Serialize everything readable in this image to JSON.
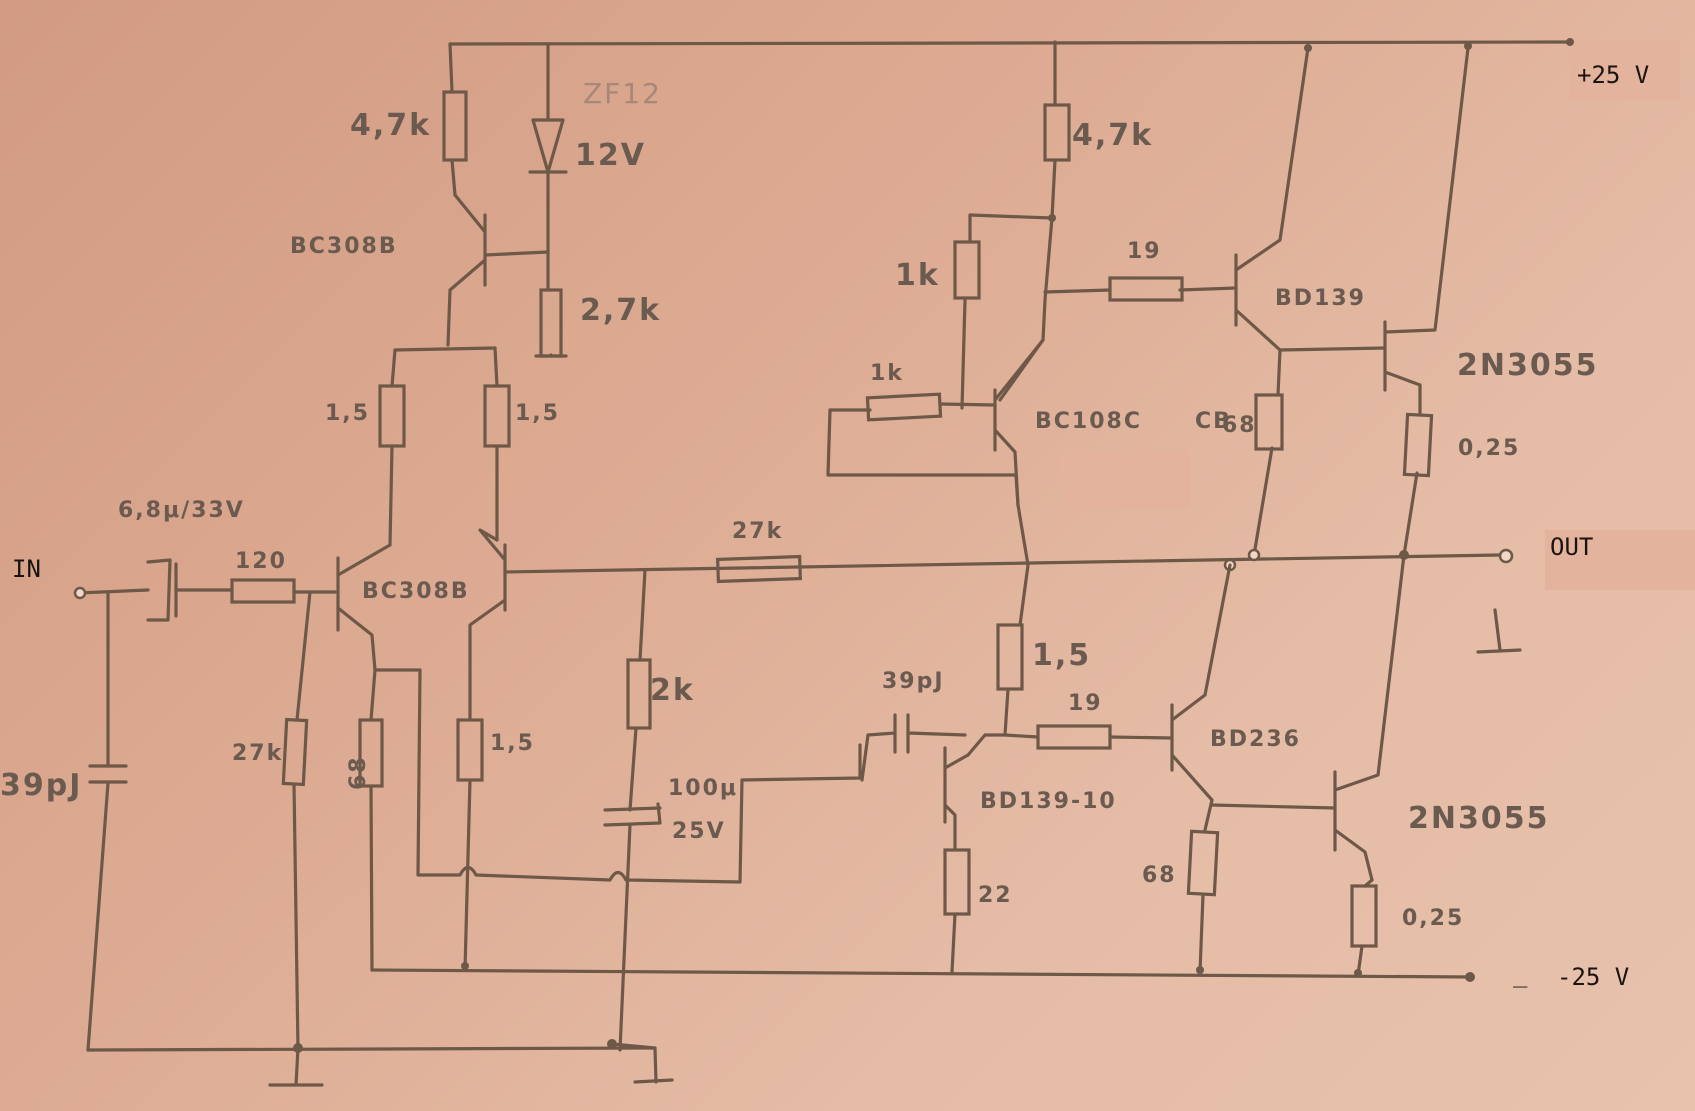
{
  "terminals": {
    "input": "IN",
    "output": "OUT",
    "positive_supply": "+25 V",
    "negative_supply": "-25 V",
    "negative_dash": "_"
  },
  "labels": {
    "r_top_left": "4,7k",
    "zener": "ZF12",
    "zener_voltage": "12V",
    "q_current_source": "BC308B",
    "r_zener_bias": "2,7k",
    "r_diff_left": "1,5",
    "r_diff_right": "1,5",
    "c_input": "6,8μ/33V",
    "r_input": "120",
    "q_diff_pair": "BC308B",
    "c_input_filter": "39pJ",
    "r_input_bias": "27k",
    "r_emitter": "68",
    "r_diff_low": "1,5",
    "r_feedback": "27k",
    "r_fb_shunt": "2k",
    "c_fb": "100μ",
    "c_fb_voltage": "25V",
    "r_top_right": "4,7k",
    "r_vbe_top": "1k",
    "r_vbe_bottom": "1k",
    "q_vbe": "BC108C",
    "q_vbe_note": "CB",
    "r_driver_top": "19",
    "q_driver_top": "BD139",
    "q_output_top": "2N3055",
    "r_driver_top_emitter": "68",
    "r_output_top": "0,25",
    "r_bias_mid": "1,5",
    "c_vas": "39pJ",
    "r_driver_bottom": "19",
    "q_driver_bottom": "BD236",
    "q_vas": "BD139-10",
    "r_vas_emitter": "22",
    "r_driver_bottom_emitter": "68",
    "q_output_bottom": "2N3055",
    "r_output_bottom": "0,25"
  }
}
